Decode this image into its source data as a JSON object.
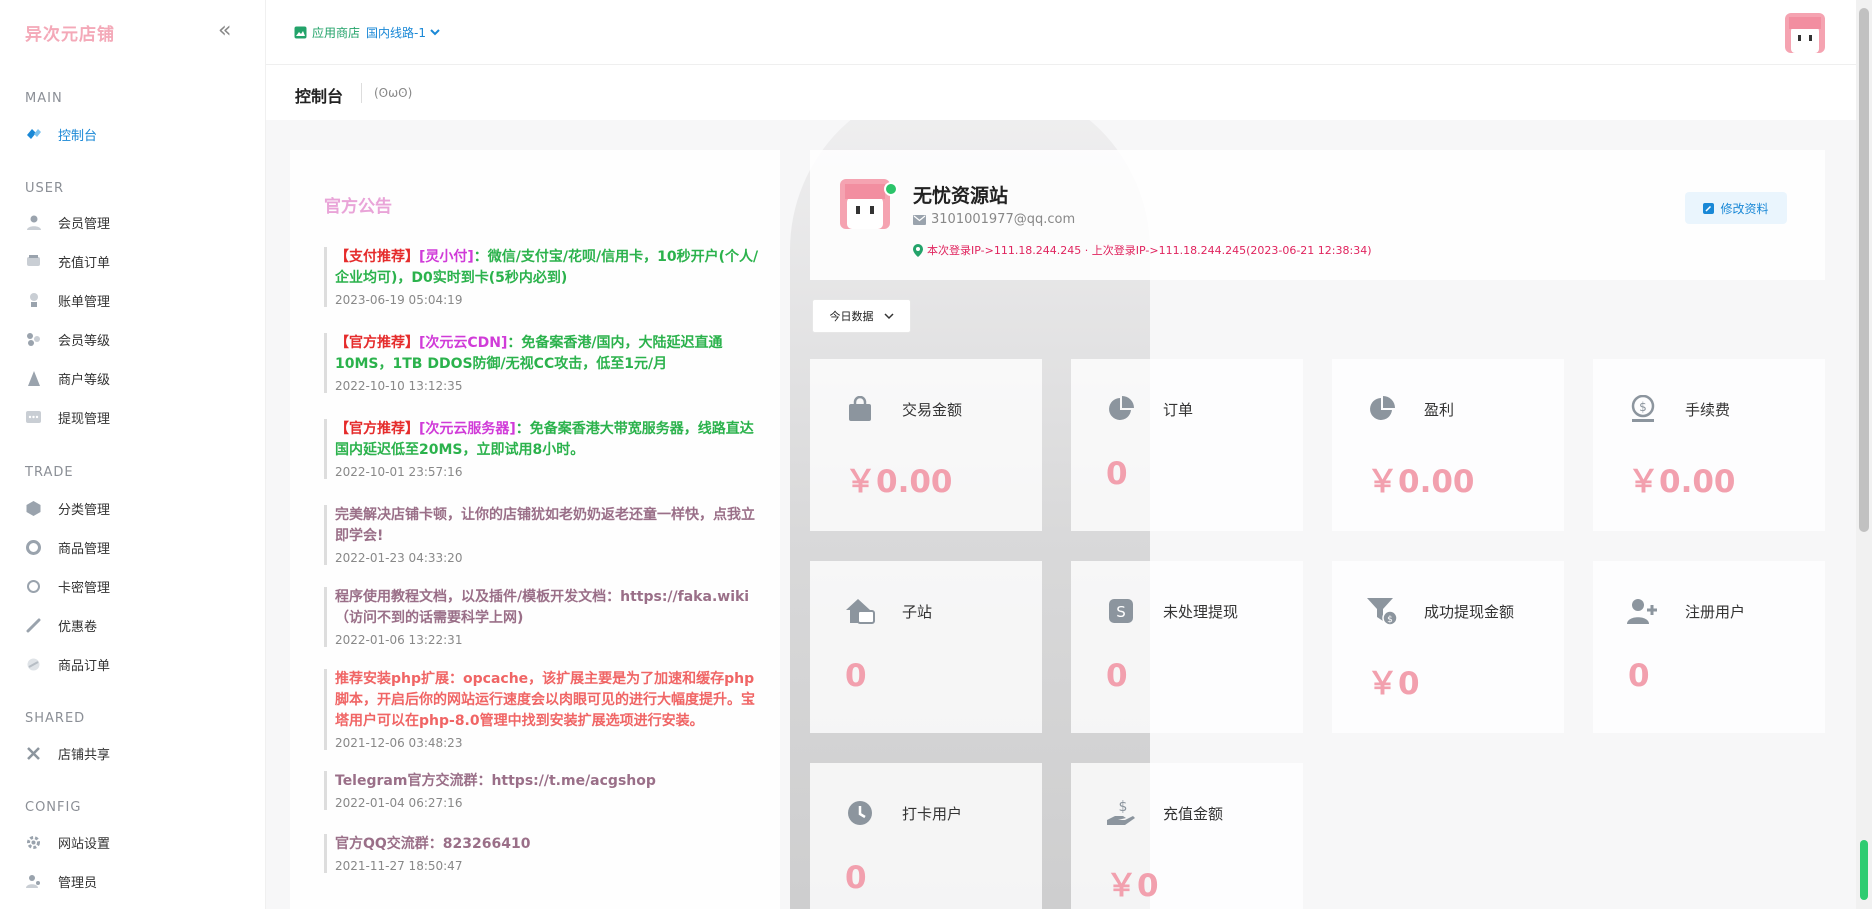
{
  "brand": "异次元店铺",
  "topbar": {
    "store_label": "应用商店",
    "route_label": "国内线路-1"
  },
  "page": {
    "title": "控制台",
    "face": "(ʘωʘ)"
  },
  "sidebar": {
    "sections": [
      {
        "title": "MAIN",
        "items": [
          {
            "label": "控制台",
            "icon": "dashboard-icon",
            "active": true
          }
        ]
      },
      {
        "title": "USER",
        "items": [
          {
            "label": "会员管理",
            "icon": "user-icon"
          },
          {
            "label": "充值订单",
            "icon": "recharge-icon"
          },
          {
            "label": "账单管理",
            "icon": "bill-icon"
          },
          {
            "label": "会员等级",
            "icon": "level-icon"
          },
          {
            "label": "商户等级",
            "icon": "merchant-level-icon"
          },
          {
            "label": "提现管理",
            "icon": "withdraw-icon"
          }
        ]
      },
      {
        "title": "TRADE",
        "items": [
          {
            "label": "分类管理",
            "icon": "category-icon"
          },
          {
            "label": "商品管理",
            "icon": "product-icon"
          },
          {
            "label": "卡密管理",
            "icon": "card-key-icon"
          },
          {
            "label": "优惠卷",
            "icon": "coupon-icon"
          },
          {
            "label": "商品订单",
            "icon": "order-icon"
          }
        ]
      },
      {
        "title": "SHARED",
        "items": [
          {
            "label": "店铺共享",
            "icon": "share-icon"
          }
        ]
      },
      {
        "title": "CONFIG",
        "items": [
          {
            "label": "网站设置",
            "icon": "settings-icon"
          },
          {
            "label": "管理员",
            "icon": "admin-icon"
          }
        ]
      }
    ]
  },
  "notice": {
    "title": "官方公告",
    "items": [
      {
        "tag": "【支付推荐】",
        "highlight": "[灵小付]",
        "text": "：微信/支付宝/花呗/信用卡，10秒开户(个人/企业均可)，D0实时到卡(5秒内必到)",
        "time": "2023-06-19 05:04:19",
        "style": "rec"
      },
      {
        "tag": "【官方推荐】",
        "highlight": "[次元云CDN]",
        "text": "：免备案香港/国内，大陆延迟直通10MS，1TB DDOS防御/无视CC攻击，低至1元/月",
        "time": "2022-10-10 13:12:35",
        "style": "rec"
      },
      {
        "tag": "【官方推荐】",
        "highlight": "[次元云服务器]",
        "text": "：免备案香港大带宽服务器，线路直达国内延迟低至20MS，立即试用8小时。",
        "time": "2022-10-01 23:57:16",
        "style": "rec"
      },
      {
        "text": "完美解决店铺卡顿，让你的店铺犹如老奶奶返老还童一样快，点我立即学会!",
        "time": "2022-01-23 04:33:20",
        "style": "mauve"
      },
      {
        "text": "程序使用教程文档，以及插件/模板开发文档：https://faka.wiki（访问不到的话需要科学上网)",
        "time": "2022-01-06 13:22:31",
        "style": "mauve"
      },
      {
        "text": "推荐安装php扩展：opcache，该扩展主要是为了加速和缓存php脚本，开启后你的网站运行速度会以肉眼可见的进行大幅度提升。宝塔用户可以在php-8.0管理中找到安装扩展选项进行安装。",
        "time": "2021-12-06 03:48:23",
        "style": "red"
      },
      {
        "text": "Telegram官方交流群：https://t.me/acgshop",
        "time": "2022-01-04 06:27:16",
        "style": "mauve"
      },
      {
        "text": "官方QQ交流群：823266410",
        "time": "2021-11-27 18:50:47",
        "style": "mauve"
      }
    ]
  },
  "profile": {
    "name": "无忧资源站",
    "email": "3101001977@qq.com",
    "ip_line": "本次登录IP->111.18.244.245 · 上次登录IP->111.18.244.245(2023-06-21 12:38:34)",
    "edit_label": "修改资料"
  },
  "range_select": "今日数据",
  "stats": [
    {
      "label": "交易金额",
      "value": "￥0.00",
      "icon": "shopping-bag-icon"
    },
    {
      "label": "订单",
      "value": "0",
      "icon": "pie-chart-icon"
    },
    {
      "label": "盈利",
      "value": "￥0.00",
      "icon": "pie-chart-icon"
    },
    {
      "label": "手续费",
      "value": "￥0.00",
      "icon": "fee-icon"
    },
    {
      "label": "子站",
      "value": "0",
      "icon": "substation-icon"
    },
    {
      "label": "未处理提现",
      "value": "0",
      "icon": "pending-withdraw-icon"
    },
    {
      "label": "成功提现金额",
      "value": "￥0",
      "icon": "withdraw-success-icon"
    },
    {
      "label": "注册用户",
      "value": "0",
      "icon": "add-user-icon"
    },
    {
      "label": "打卡用户",
      "value": "0",
      "icon": "clock-icon"
    },
    {
      "label": "充值金额",
      "value": "￥0",
      "icon": "recharge-money-icon"
    }
  ],
  "colors": {
    "accent": "#1a88d6",
    "stat_value": "#f2a0ae",
    "brand": "#f4a9b8",
    "rec_tag": "#e52b2b",
    "rec_highlight": "#d03bd8",
    "rec_text": "#2bb24c",
    "mauve": "#9a6f88",
    "red_text": "#f06565"
  }
}
